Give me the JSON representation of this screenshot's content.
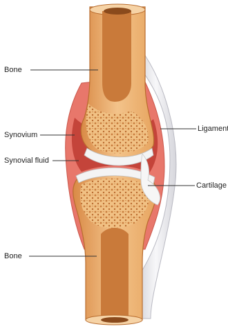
{
  "labels": {
    "bone_top": "Bone",
    "synovium": "Synovium",
    "synovial_fluid": "Synovial fluid",
    "bone_bottom": "Bone",
    "ligament": "Ligament",
    "cartilage": "Cartilage"
  },
  "colors": {
    "bone_outer": "#e8a35c",
    "bone_shaft": "#f3c38a",
    "marrow": "#c97a3a",
    "spongy": "#d98d4a",
    "synovium": "#e5645a",
    "synovial_fluid": "#c4443a",
    "cartilage": "#f4f4f4",
    "ligament": "#e9e9ec"
  }
}
